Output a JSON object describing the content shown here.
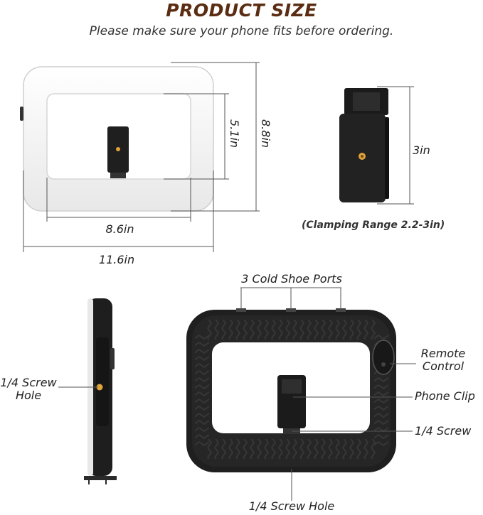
{
  "title": "PRODUCT SIZE",
  "subtitle": "Please make sure your phone fits before ordering.",
  "front_view": {
    "height_outer": "8.8in",
    "height_inner": "5.1in",
    "width_inner": "8.6in",
    "width_outer": "11.6in"
  },
  "clip_view": {
    "height": "3in",
    "clamping_range": "(Clamping Range 2.2-3in)"
  },
  "back_view": {
    "cold_shoe": "3 Cold Shoe Ports",
    "remote_control": "Remote\nControl",
    "phone_clip": "Phone Clip",
    "screw": "1/4 Screw",
    "screw_hole_bottom": "1/4 Screw Hole"
  },
  "side_view": {
    "screw_hole": "1/4 Screw\nHole"
  },
  "colors": {
    "title": "#5a2c12",
    "frame_dark": "#1e1e1e",
    "frame_light": "#f7f7f7",
    "accent_screw": "#e0a23a"
  }
}
